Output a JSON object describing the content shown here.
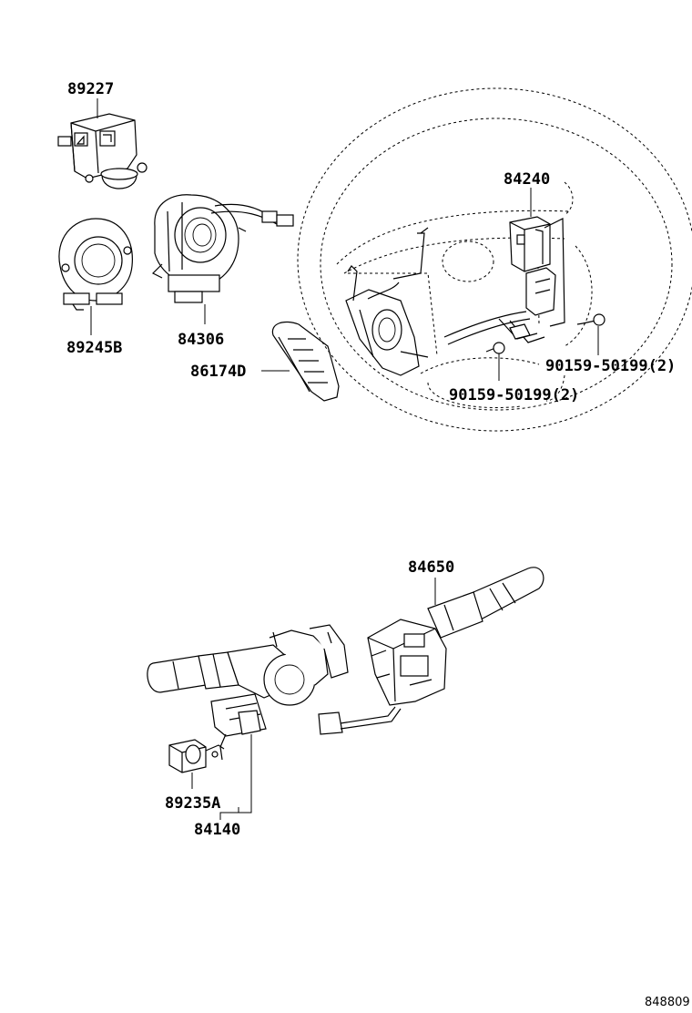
{
  "labels": {
    "p89227": "89227",
    "p89245B": "89245B",
    "p84306": "84306",
    "p86174D": "86174D",
    "p84240": "84240",
    "p90159_right": "90159-50199(2)",
    "p90159_left": "90159-50199(2)",
    "p84650": "84650",
    "p89235A": "89235A",
    "p84140": "84140"
  },
  "diagram_ref": "848809"
}
